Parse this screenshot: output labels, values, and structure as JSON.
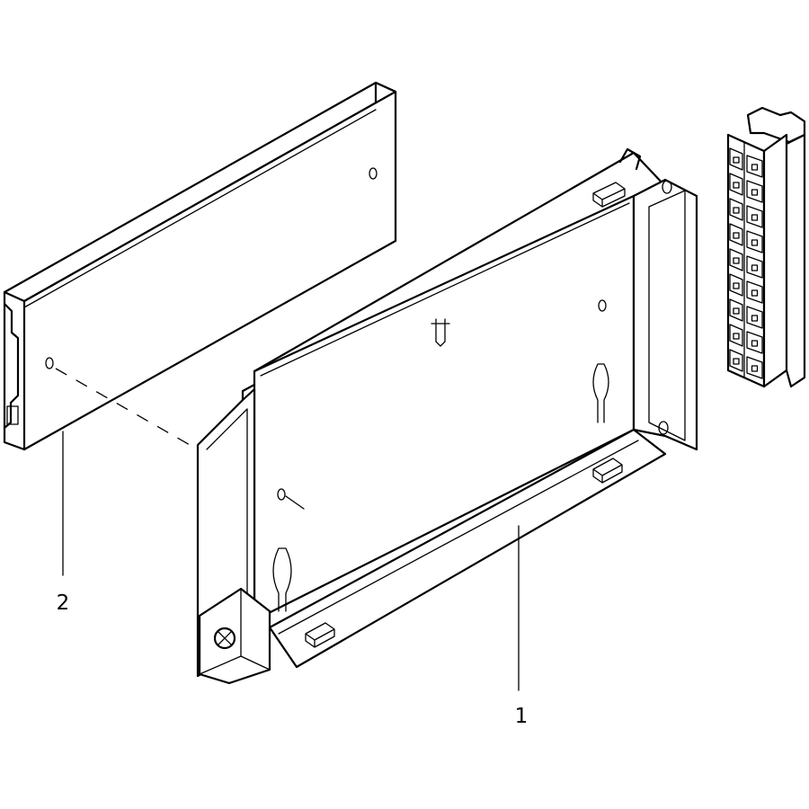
{
  "callouts": [
    {
      "id": "bracket",
      "label": "1"
    },
    {
      "id": "cover-panel",
      "label": "2"
    }
  ]
}
